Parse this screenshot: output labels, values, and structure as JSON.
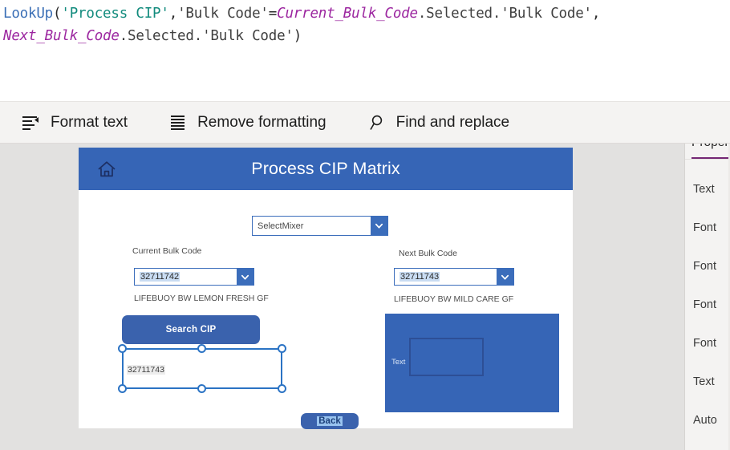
{
  "formula": {
    "line1": [
      {
        "text": "LookUp",
        "tok": "fn"
      },
      {
        "text": "(",
        "tok": "punct"
      },
      {
        "text": "'Process CIP'",
        "tok": "str"
      },
      {
        "text": ",",
        "tok": "punct"
      },
      {
        "text": "'Bulk Code'",
        "tok": "col"
      },
      {
        "text": "=",
        "tok": "punct"
      },
      {
        "text": "Current_Bulk_Code",
        "tok": "var"
      },
      {
        "text": ".Selected.",
        "tok": "prop"
      },
      {
        "text": "'Bulk Code'",
        "tok": "col"
      },
      {
        "text": ",",
        "tok": "punct"
      }
    ],
    "line2": [
      {
        "text": "Next_Bulk_Code",
        "tok": "var"
      },
      {
        "text": ".Selected.",
        "tok": "prop"
      },
      {
        "text": "'Bulk Code'",
        "tok": "col"
      },
      {
        "text": ")",
        "tok": "punct"
      }
    ],
    "plain_text": "LookUp('Process CIP','Bulk Code'=Current_Bulk_Code.Selected.'Bulk Code', Next_Bulk_Code.Selected.'Bulk Code')"
  },
  "toolbar": {
    "items": [
      {
        "label": "Format text",
        "icon": "format-text-icon"
      },
      {
        "label": "Remove formatting",
        "icon": "remove-formatting-icon"
      },
      {
        "label": "Find and replace",
        "icon": "search-icon"
      }
    ]
  },
  "app": {
    "header": {
      "title": "Process CIP Matrix",
      "home_icon": "home-icon",
      "background": "#3665b6"
    },
    "mixer_dropdown": {
      "value": "SelectMixer",
      "chevron_icon": "chevron-down-icon"
    },
    "current_bulk": {
      "label": "Current Bulk Code",
      "value": "32711742",
      "description": "LIFEBUOY BW LEMON FRESH GF",
      "chevron_icon": "chevron-down-icon"
    },
    "next_bulk": {
      "label": "Next Bulk Code",
      "value": "32711743",
      "description": "LIFEBUOY BW MILD CARE GF",
      "chevron_icon": "chevron-down-icon"
    },
    "search_button": {
      "label": "Search CIP"
    },
    "back_button": {
      "label": "Back"
    },
    "selected_label": {
      "value": "32711743"
    },
    "image_panel": {
      "label": "Text"
    }
  },
  "properties_pane": {
    "tab": "Properties",
    "accent": "#742774",
    "rows": [
      {
        "label": "Text"
      },
      {
        "label": "Font"
      },
      {
        "label": "Font"
      },
      {
        "label": "Font"
      },
      {
        "label": "Font"
      },
      {
        "label": "Text"
      },
      {
        "label": "Auto"
      }
    ]
  },
  "colors": {
    "canvas_bg": "#e2e1e0",
    "toolbar_bg": "#f4f3f2",
    "app_blue": "#3665b6",
    "button_blue": "#3a62ad",
    "dropdown_border": "#3b6dbb",
    "selection_blue": "#2b73c4",
    "highlight": "#c9dcf2"
  }
}
